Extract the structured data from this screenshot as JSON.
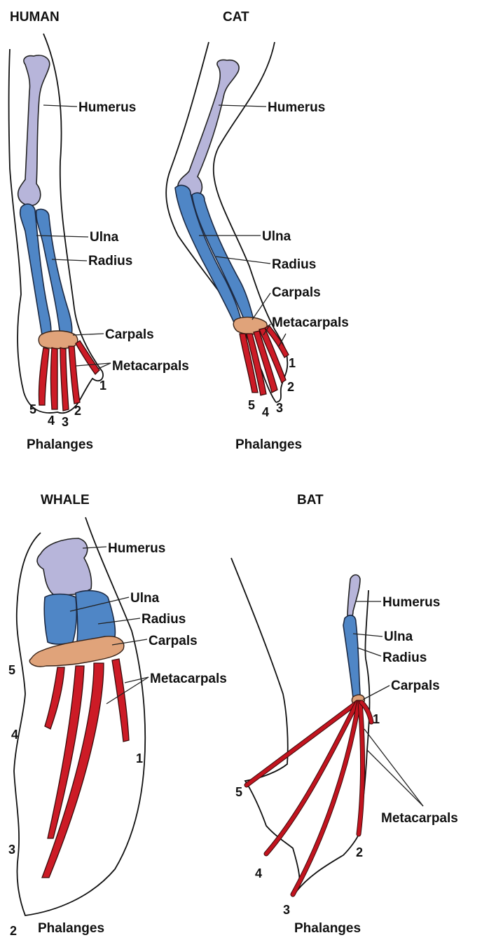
{
  "colors": {
    "humerus": "#b7b5da",
    "ulna_radius": "#4f86c6",
    "carpals": "#e0a37a",
    "metacarpals_phalanges": "#cc1b26"
  },
  "panels": {
    "human": {
      "title": "HUMAN",
      "labels": {
        "humerus": "Humerus",
        "ulna": "Ulna",
        "radius": "Radius",
        "carpals": "Carpals",
        "metacarpals": "Metacarpals",
        "phalanges": "Phalanges"
      },
      "digits": [
        "1",
        "2",
        "3",
        "4",
        "5"
      ]
    },
    "cat": {
      "title": "CAT",
      "labels": {
        "humerus": "Humerus",
        "ulna": "Ulna",
        "radius": "Radius",
        "carpals": "Carpals",
        "metacarpals": "Metacarpals",
        "phalanges": "Phalanges"
      },
      "digits": [
        "1",
        "2",
        "3",
        "4",
        "5"
      ]
    },
    "whale": {
      "title": "WHALE",
      "labels": {
        "humerus": "Humerus",
        "ulna": "Ulna",
        "radius": "Radius",
        "carpals": "Carpals",
        "metacarpals": "Metacarpals",
        "phalanges": "Phalanges"
      },
      "digits": [
        "1",
        "2",
        "3",
        "4",
        "5"
      ]
    },
    "bat": {
      "title": "BAT",
      "labels": {
        "humerus": "Humerus",
        "ulna": "Ulna",
        "radius": "Radius",
        "carpals": "Carpals",
        "metacarpals": "Metacarpals",
        "phalanges": "Phalanges"
      },
      "digits": [
        "1",
        "2",
        "3",
        "4",
        "5"
      ]
    }
  }
}
